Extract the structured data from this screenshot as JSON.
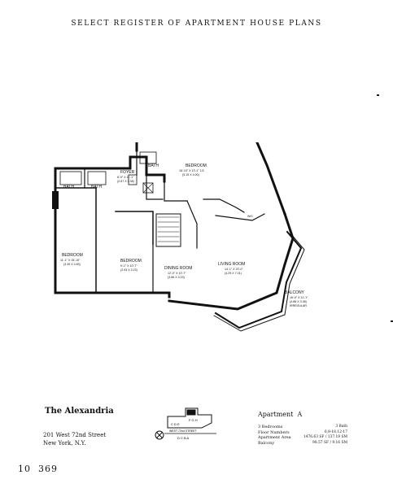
{
  "header": {
    "title": "SELECT REGISTER OF APARTMENT HOUSE PLANS"
  },
  "plan": {
    "rooms": [
      {
        "name": "BEDROOM",
        "dims": [
          "16'-10\" X 13'-1\" 1/2",
          "(5.15 X 4.00)"
        ]
      },
      {
        "name": "BEDROOM",
        "dims": [
          "11'-1\" X 15'-10\"",
          "(3.39 X 4.83)"
        ]
      },
      {
        "name": "BEDROOM",
        "dims": [
          "9'-1\" X 10'-7\"",
          "(2.93 X 3.23)"
        ]
      },
      {
        "name": "LIVING ROOM",
        "dims": [
          "14'-1\" X 23'-0\"",
          "(4.29 X 7.01)"
        ]
      },
      {
        "name": "DINING ROOM",
        "dims": [
          "12'-0\" X 10'-7\"",
          "(3.66 X 3.23)"
        ]
      },
      {
        "name": "BALCONY",
        "dims": [
          "16'-0\" X 11'-1\"",
          "(4.88 X 3.38)",
          "IRREGULAR"
        ]
      },
      {
        "name": "FOYER",
        "dims": [
          "8'-9\" X 11'-1\"",
          "(2.67 X 3.38)"
        ]
      },
      {
        "name": "BATH",
        "dims": []
      },
      {
        "name": "BATH",
        "dims": []
      },
      {
        "name": "BATH",
        "dims": []
      },
      {
        "name": "W/C",
        "dims": []
      }
    ]
  },
  "building": {
    "name": "The Alexandria",
    "address_line1": "201 West 72nd Street",
    "address_line2": "New York, N.Y."
  },
  "key_plan": {
    "street": "WEST 72nd STREET",
    "letters": "F G H",
    "letters2": "C D E",
    "letters3": "D C B A"
  },
  "apartment": {
    "title": "Apartment",
    "letter": "A",
    "details": [
      {
        "label": "3 Bedrooms",
        "value": "3 Bath"
      },
      {
        "label": "Floor Numbers",
        "value": "6,8-18,12-17"
      },
      {
        "label": "Apartment Area",
        "value": "1476.63 SF / 137.19 SM"
      },
      {
        "label": "Balcony",
        "value": "98.57 SF / 9.16 SM"
      }
    ]
  },
  "page_number": "10  369"
}
